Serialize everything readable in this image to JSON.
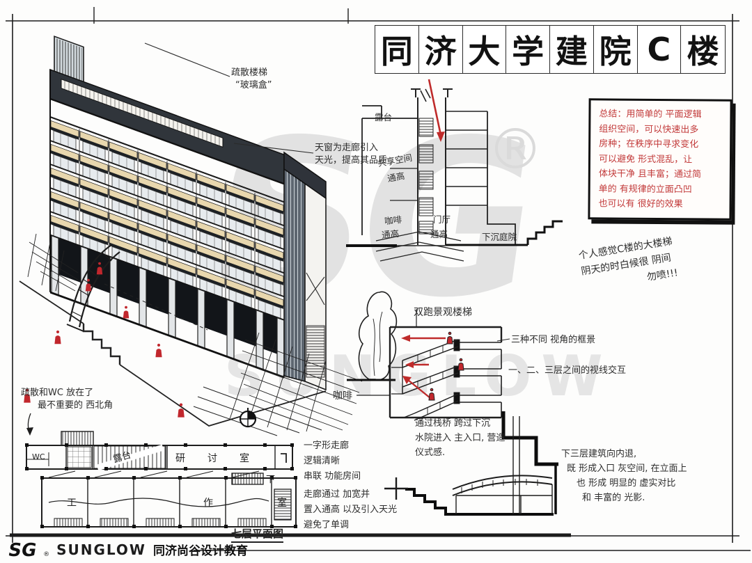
{
  "title": {
    "chars": [
      "同",
      "济",
      "大",
      "学",
      "建",
      "院",
      "C",
      "楼"
    ]
  },
  "summary": {
    "lines": [
      "总结：用简单的 平面逻辑",
      "组织空间，可以快速出多",
      "房种；在秩序中寻求变化",
      "可以避免 形式混乱，让",
      "体块干净 且丰富；通过简",
      "单的 有规律的立面凸凹",
      "也可以有 很好的效果"
    ]
  },
  "notes": {
    "escape_stair": [
      "疏散楼梯",
      "“玻璃盒”"
    ],
    "skylight": [
      "天窗为走廊引入",
      "天光，提高其品质"
    ],
    "stair_feel": [
      "个人感觉C楼的大楼梯",
      "阴天的时白候很 阴间",
      "勿喷!!!"
    ],
    "framing": "三种不同 视角的框景",
    "sightline": "一、二、三层之间的视线交互",
    "bridge": [
      "通过栈桥 跨过下沉",
      "水院进入 主入口, 营造",
      "仪式感."
    ],
    "setback": [
      "下三层建筑向内退,",
      "既 形成入口 灰空间, 在立面上",
      "也 形成 明显的 虚实对比",
      "和 丰富的 光影."
    ],
    "wc": [
      "疏散和WC 放在了",
      "最不重要的 西北角"
    ],
    "corridor": [
      "一字形走廊",
      "逻辑清晰",
      "串联 功能房间"
    ],
    "corridor2": [
      "走廊通过 加宽并",
      "置入通高 以及引入天光",
      "避免了单调"
    ]
  },
  "section": {
    "terrace": "露台",
    "shared": [
      "共享空间",
      "通高"
    ],
    "cafe": [
      "咖啡",
      "通高"
    ],
    "lobby": [
      "门厅",
      "通高"
    ],
    "sunken": "下沉庭院"
  },
  "stair": {
    "title": "双跑景观楼梯",
    "cafe": "咖啡"
  },
  "plan": {
    "wc": "WC",
    "terrace": "露台",
    "seminar": [
      "研",
      "讨",
      "室"
    ],
    "studio": [
      "工",
      "作",
      "室"
    ],
    "down": "下",
    "caption": "七层平面图"
  },
  "watermark": {
    "logo": "SG",
    "brand": "SUNGLOW",
    "reg": "®"
  },
  "footer": {
    "logo": "SG",
    "reg": "®",
    "brand": "SUNGLOW",
    "org": "同济尚谷设计教育"
  },
  "colors": {
    "ink": "#222222",
    "red": "#c23a3a",
    "figure_red": "#c1272d",
    "beige": "#e8d7ae",
    "marker_gray": "#b9c1c7",
    "watermark": "#dfdfdf"
  }
}
